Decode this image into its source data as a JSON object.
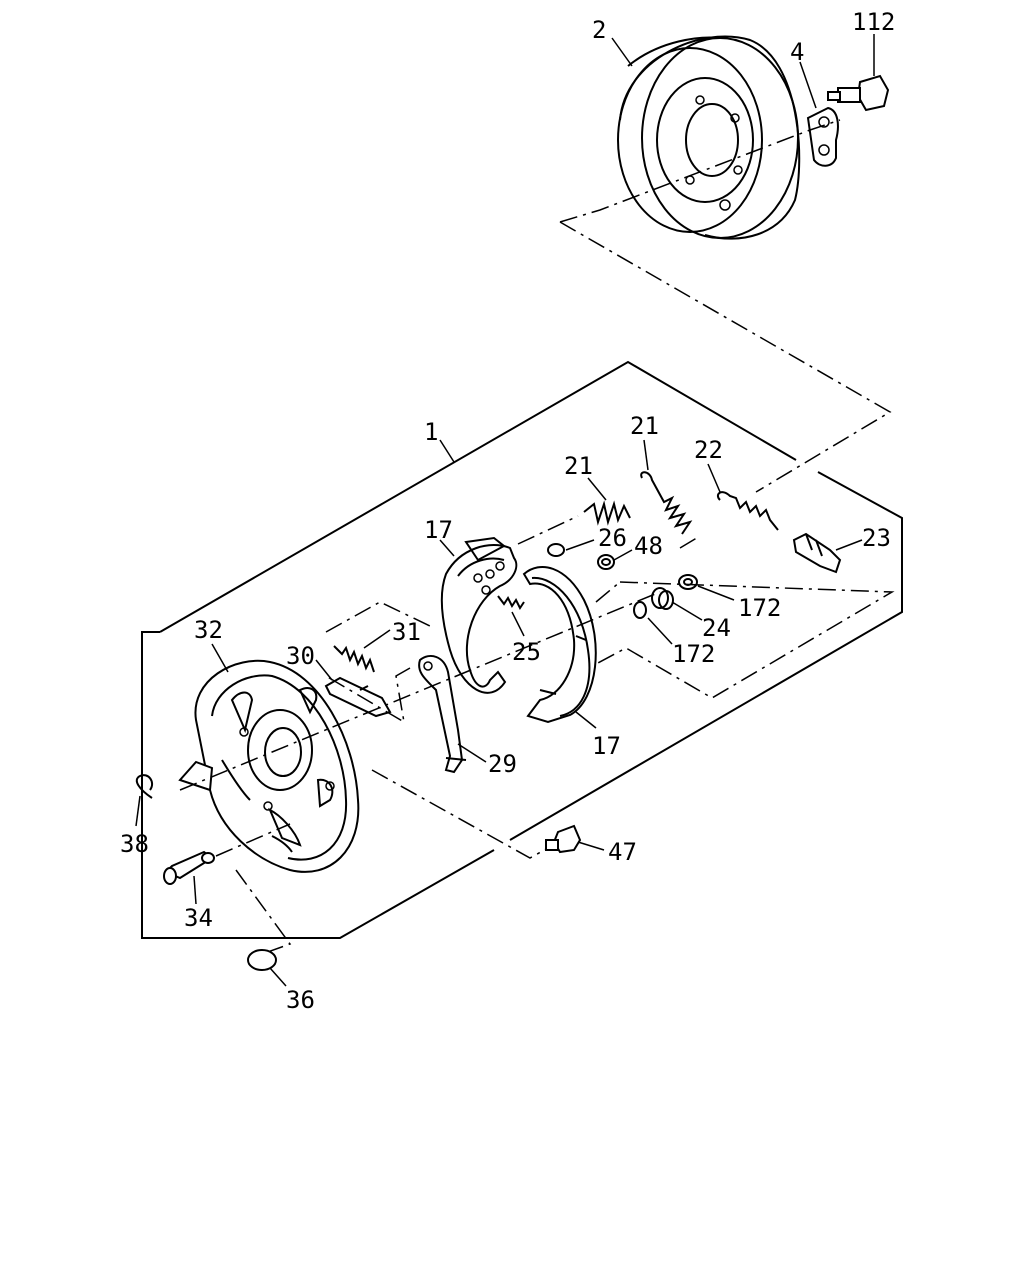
{
  "callouts": [
    {
      "id": "c2",
      "text": "2"
    },
    {
      "id": "c4",
      "text": "4"
    },
    {
      "id": "c112",
      "text": "112"
    },
    {
      "id": "c1",
      "text": "1"
    },
    {
      "id": "c21a",
      "text": "21"
    },
    {
      "id": "c21b",
      "text": "21"
    },
    {
      "id": "c22",
      "text": "22"
    },
    {
      "id": "c23",
      "text": "23"
    },
    {
      "id": "c17a",
      "text": "17"
    },
    {
      "id": "c26",
      "text": "26"
    },
    {
      "id": "c48",
      "text": "48"
    },
    {
      "id": "c172a",
      "text": "172"
    },
    {
      "id": "c24",
      "text": "24"
    },
    {
      "id": "c172b",
      "text": "172"
    },
    {
      "id": "c31",
      "text": "31"
    },
    {
      "id": "c25",
      "text": "25"
    },
    {
      "id": "c32",
      "text": "32"
    },
    {
      "id": "c30",
      "text": "30"
    },
    {
      "id": "c29",
      "text": "29"
    },
    {
      "id": "c17b",
      "text": "17"
    },
    {
      "id": "c38",
      "text": "38"
    },
    {
      "id": "c47",
      "text": "47"
    },
    {
      "id": "c34",
      "text": "34"
    },
    {
      "id": "c36",
      "text": "36"
    }
  ]
}
